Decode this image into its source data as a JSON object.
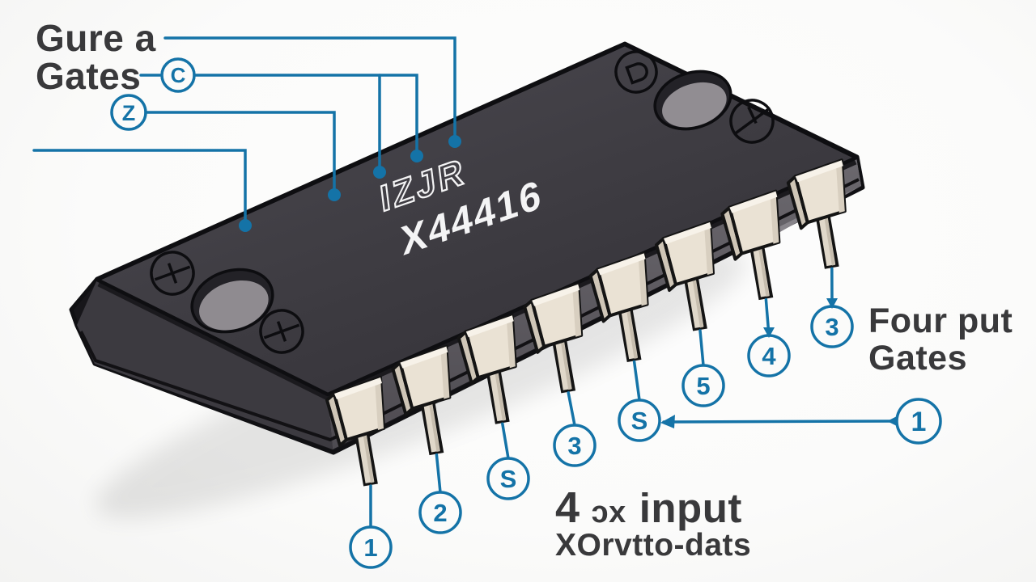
{
  "palette": {
    "accent_blue": "#1473a7",
    "text_dark": "#39393b",
    "chip_body": "#403e43",
    "chip_side": "#5f5c62",
    "pin_fill": "#eae2d4",
    "background": "#fbfbfa"
  },
  "labels": {
    "top_left_line1": "Gure a",
    "top_left_line2": "Gates",
    "right_line1": "Four put",
    "right_line2": "Gates",
    "bottom_big_prefix": "4",
    "bottom_big_mid": "ɔx",
    "bottom_big_suffix": "input",
    "bottom_sub": "XOrvtto-dats"
  },
  "chip": {
    "logo": "IZJR",
    "part_number": "X44416"
  },
  "callouts": {
    "circle_c": "C",
    "circle_z": "Z",
    "pin_labels": [
      "1",
      "2",
      "S",
      "3",
      "S",
      "5",
      "4",
      "3"
    ],
    "right_circle": "1"
  }
}
